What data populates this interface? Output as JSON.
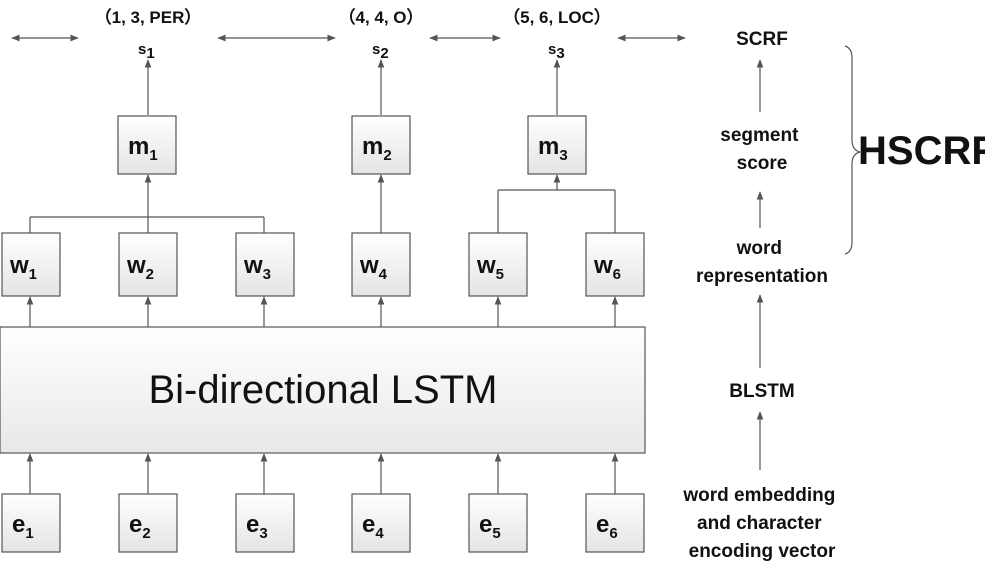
{
  "segments": [
    {
      "label": "s",
      "sub": "1",
      "tuple": "（1, 3, PER）"
    },
    {
      "label": "s",
      "sub": "2",
      "tuple": "（4, 4, O）"
    },
    {
      "label": "s",
      "sub": "3",
      "tuple": "（5, 6, LOC）"
    }
  ],
  "m_boxes": [
    {
      "label": "m",
      "sub": "1"
    },
    {
      "label": "m",
      "sub": "2"
    },
    {
      "label": "m",
      "sub": "3"
    }
  ],
  "w_boxes": [
    {
      "label": "w",
      "sub": "1"
    },
    {
      "label": "w",
      "sub": "2"
    },
    {
      "label": "w",
      "sub": "3"
    },
    {
      "label": "w",
      "sub": "4"
    },
    {
      "label": "w",
      "sub": "5"
    },
    {
      "label": "w",
      "sub": "6"
    }
  ],
  "e_boxes": [
    {
      "label": "e",
      "sub": "1"
    },
    {
      "label": "e",
      "sub": "2"
    },
    {
      "label": "e",
      "sub": "3"
    },
    {
      "label": "e",
      "sub": "4"
    },
    {
      "label": "e",
      "sub": "5"
    },
    {
      "label": "e",
      "sub": "6"
    }
  ],
  "lstm_label": "Bi-directional LSTM",
  "side_labels": {
    "scrf": "SCRF",
    "segment_score": [
      "segment",
      "score"
    ],
    "word_representation": [
      "word",
      "representation"
    ],
    "blstm": "BLSTM",
    "input": [
      "word embedding",
      "and character",
      "encoding vector"
    ]
  },
  "bracket_label": "HSCRF",
  "colors": {
    "box_fill_top": "#ffffff",
    "box_fill_bottom": "#e6e6e6",
    "stroke": "#555555",
    "text": "#111111"
  }
}
